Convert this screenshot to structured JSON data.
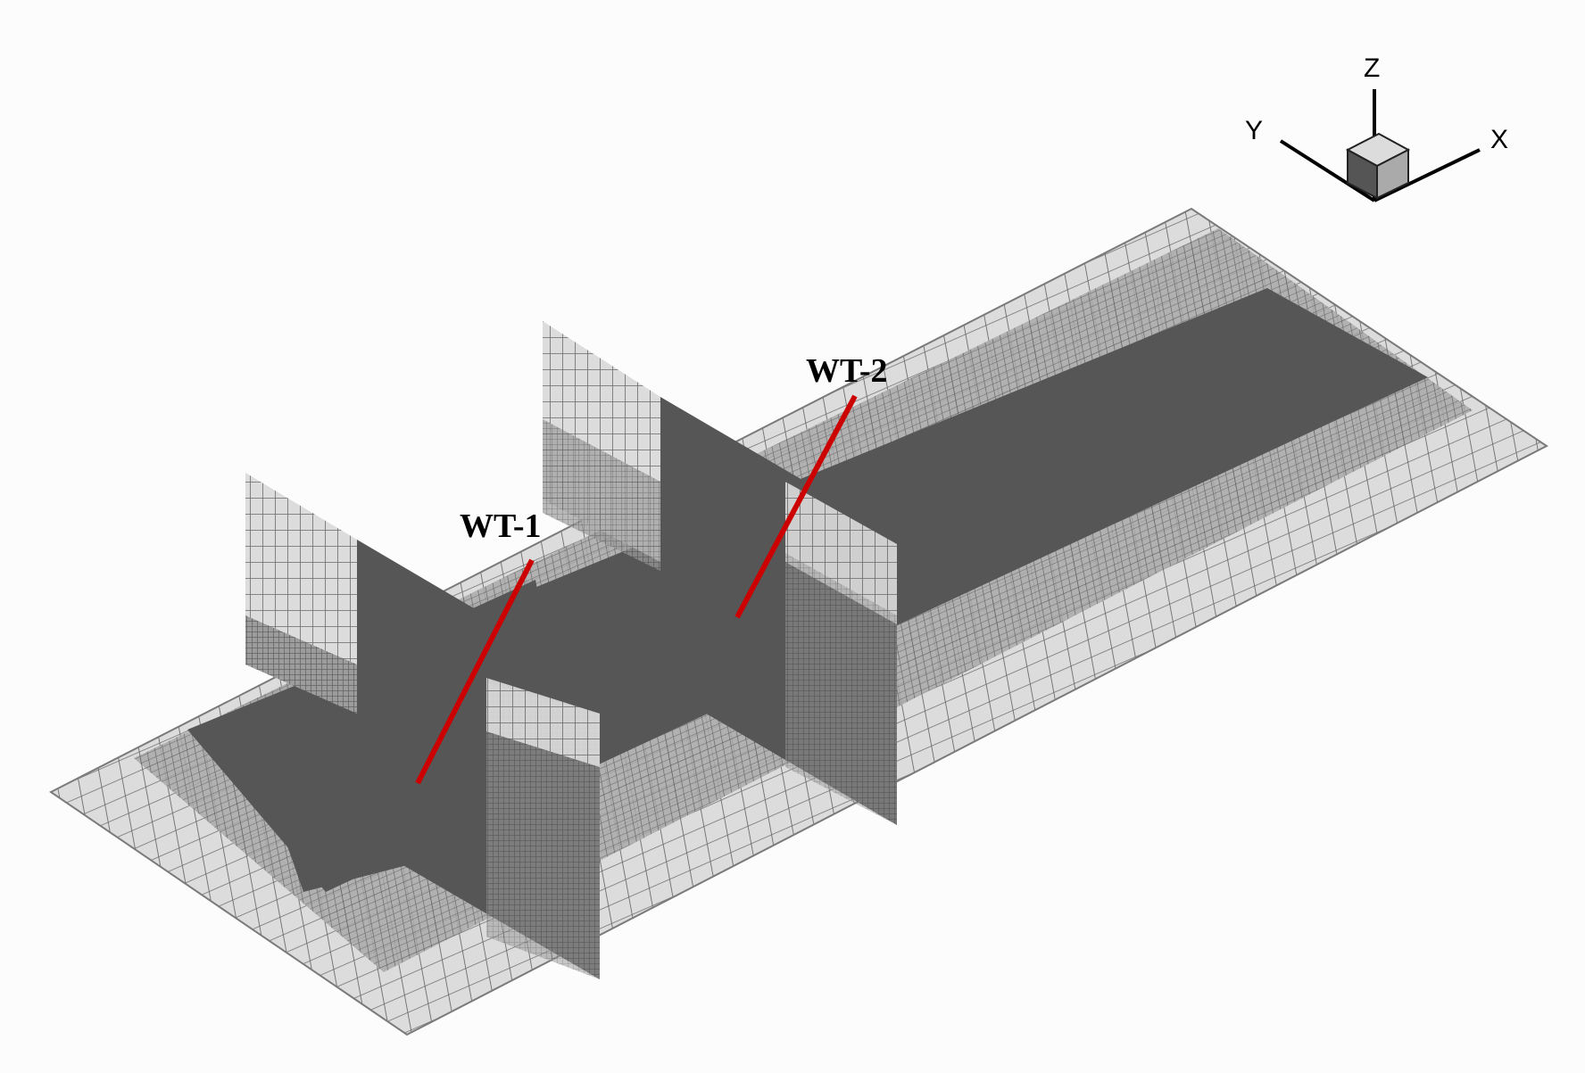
{
  "turbines": [
    {
      "label": "WT-1",
      "color": "#cc0000"
    },
    {
      "label": "WT-2",
      "color": "#cc0000"
    }
  ],
  "axes_triad": {
    "x": "X",
    "y": "Y",
    "z": "Z"
  },
  "colors": {
    "background": "#fcfcfc",
    "mesh_fill": "#dcdcdc",
    "mesh_line": "#6a6a6a",
    "dense_region": "#565656"
  }
}
